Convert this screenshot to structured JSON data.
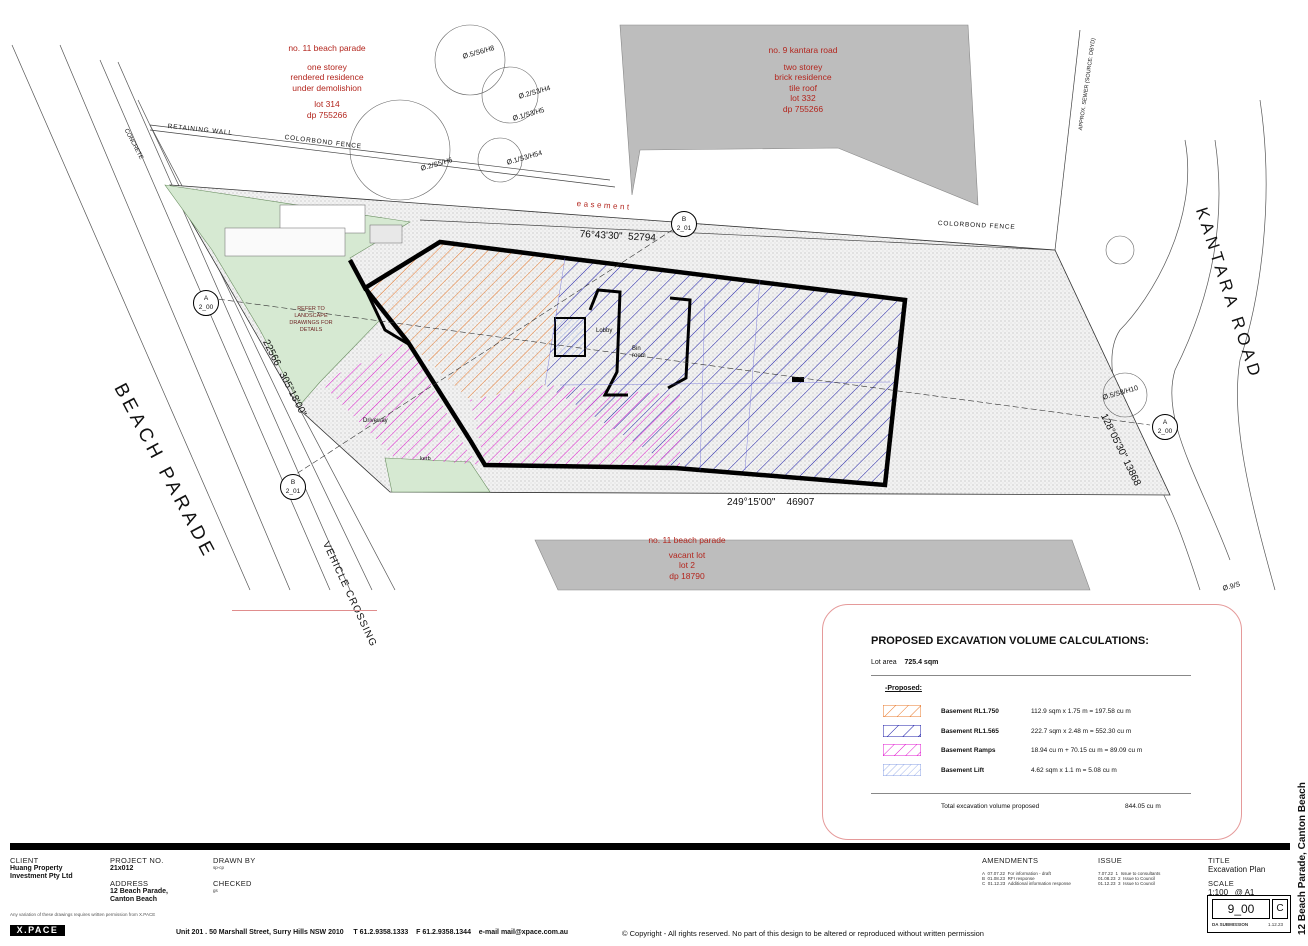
{
  "neighbours": {
    "top_left": {
      "lines": [
        "no. 11 beach parade",
        "one storey",
        "rendered residence",
        "under demolishion",
        "lot 314",
        "dp 755266"
      ]
    },
    "top_right": {
      "lines": [
        "no. 9 kantara road",
        "two storey",
        "brick residence",
        "tile roof",
        "lot 332",
        "dp 755266"
      ]
    },
    "bottom": {
      "lines": [
        "no. 11 beach parade",
        "vacant lot",
        "lot 2",
        "dp 18790"
      ]
    }
  },
  "roads": {
    "beach": "BEACH PARADE",
    "kantara": "KANTARA ROAD",
    "vehicle_crossing": "VEHICLE CROSSING",
    "concrete": "CONCRETE"
  },
  "plan_labels": {
    "retaining_wall": "RETAINING WALL",
    "colorbond_fence_1": "COLORBOND FENCE",
    "colorbond_fence_2": "COLORBOND FENCE",
    "easement": "easement",
    "sewer": "APPROX. SEWER (SOURCE: DBYD)",
    "landscape": "REFER TO LANDSCAPE DRAWINGS FOR DETAILS",
    "bearing_top": "76°43'30\"",
    "dist_top": "52794",
    "bearing_bottom": "249°15'00\"",
    "dist_bottom": "46907",
    "bearing_left": "305°18'00\"",
    "dist_left": "22566",
    "bearing_right": "128°05'30\"",
    "dist_right": "13868",
    "driveway": "Driveway",
    "lobby": "Lobby",
    "bin_room": "Bin room",
    "kerb": "kerb",
    "tree_1": "Ø.5/S6/H8",
    "tree_2": "Ø.2/S3/H4",
    "tree_3": "Ø.1/S3/H5",
    "tree_4": "Ø.2/S5/H6",
    "tree_5": "Ø.1/S3/H54",
    "tree_6": "Ø.5/S8/H10",
    "tree_7": "Ø.9/S"
  },
  "section_markers": [
    {
      "letter": "A",
      "sheet": "2_00"
    },
    {
      "letter": "B",
      "sheet": "2_01"
    },
    {
      "letter": "A",
      "sheet": "2_00"
    },
    {
      "letter": "B",
      "sheet": "2_01"
    }
  ],
  "calc": {
    "title": "PROPOSED EXCAVATION VOLUME CALCULATIONS:",
    "lot_area_label": "Lot area",
    "lot_area_value": "725.4 sqm",
    "proposed_label": "-Proposed:",
    "rows": [
      {
        "name": "Basement RL1.750",
        "formula": "112.9 sqm x 1.75 m = 197.58 cu m",
        "color": "#e8782a"
      },
      {
        "name": "Basement RL1.565",
        "formula": "222.7 sqm x 2.48 m = 552.30 cu m",
        "color": "#1c1ca8"
      },
      {
        "name": "Basement Ramps",
        "formula": "18.94 cu m + 70.15 cu m = 89.09 cu m",
        "color": "#e01ad0"
      },
      {
        "name": "Basement Lift",
        "formula": "4.62 sqm x 1.1 m = 5.08 cu m",
        "color": "#8aa2e6"
      }
    ],
    "total_label": "Total excavation volume proposed",
    "total_value": "844.05 cu m"
  },
  "titleblock": {
    "client_label": "CLIENT",
    "client_value": "Huang Property Investment Pty Ltd",
    "project_label": "PROJECT NO.",
    "project_value": "21x012",
    "address_label": "ADDRESS",
    "address_value": "12 Beach Parade, Canton Beach",
    "drawn_label": "DRAWN BY",
    "drawn_value": "sp-cp",
    "checked_label": "CHECKED",
    "checked_value": "gs",
    "amendments_label": "AMENDMENTS",
    "amendments": [
      {
        "rev": "A",
        "date": "07.07.22",
        "desc": "For information - draft"
      },
      {
        "rev": "B",
        "date": "01.08.23",
        "desc": "RFI response"
      },
      {
        "rev": "C",
        "date": "01.12.23",
        "desc": "Additional information response"
      }
    ],
    "issue_label": "ISSUE",
    "issues": [
      {
        "date": "7.07.22",
        "no": "1",
        "desc": "Issue to consultants"
      },
      {
        "date": "01.08.23",
        "no": "2",
        "desc": "Issue to Council"
      },
      {
        "date": "01.12.23",
        "no": "3",
        "desc": "Issue to Council"
      }
    ],
    "title_label": "TITLE",
    "title_value": "Excavation Plan",
    "scale_label": "SCALE",
    "scale_value": "1:100   @ A1",
    "sheet_value": "9_00",
    "rev_value": "C",
    "status_value": "DA SUBMISSION",
    "date_value": "1.12.23",
    "side_title": "12 Beach Parade, Canton Beach",
    "logo": "X.PACE",
    "copyright_note": "Any variation of these drawings requires written permission from X.PACE",
    "office": "Unit 201 . 50 Marshall Street, Surry Hills NSW 2010",
    "phone": "T  61.2.9358.1333",
    "fax": "F  61.2.9358.1344",
    "email": "e-mail  mail@xpace.com.au",
    "copyright": "© Copyright - All rights reserved. No part of this design to be altered or reproduced without written permission"
  }
}
